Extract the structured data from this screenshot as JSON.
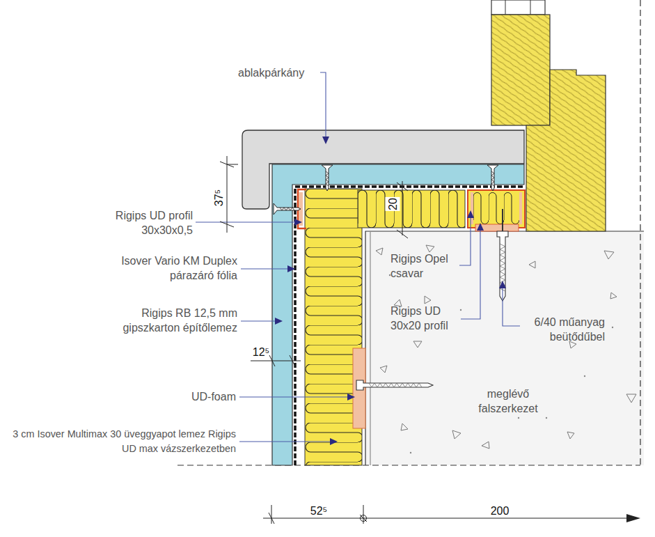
{
  "diagram": {
    "labels": [
      "ablakpárkány",
      "37⁵",
      "Rigips UD profil 30x30x0,5",
      "Isover Vario KM Duplex párazáró fólia",
      "Rigips RB 12,5 mm gipszkarton építőlemez",
      "12⁵",
      "UD-foam",
      "3 cm Isover Multimax 30 üveggyapot lemez Rigips UD max vázszerkezetben",
      "20",
      "Rigips Opel csavar",
      "Rigips UD 30x20 profil",
      "6/40 műanyag beütődűbel",
      "meglévő falszerkezet",
      "52⁵",
      "200"
    ]
  }
}
